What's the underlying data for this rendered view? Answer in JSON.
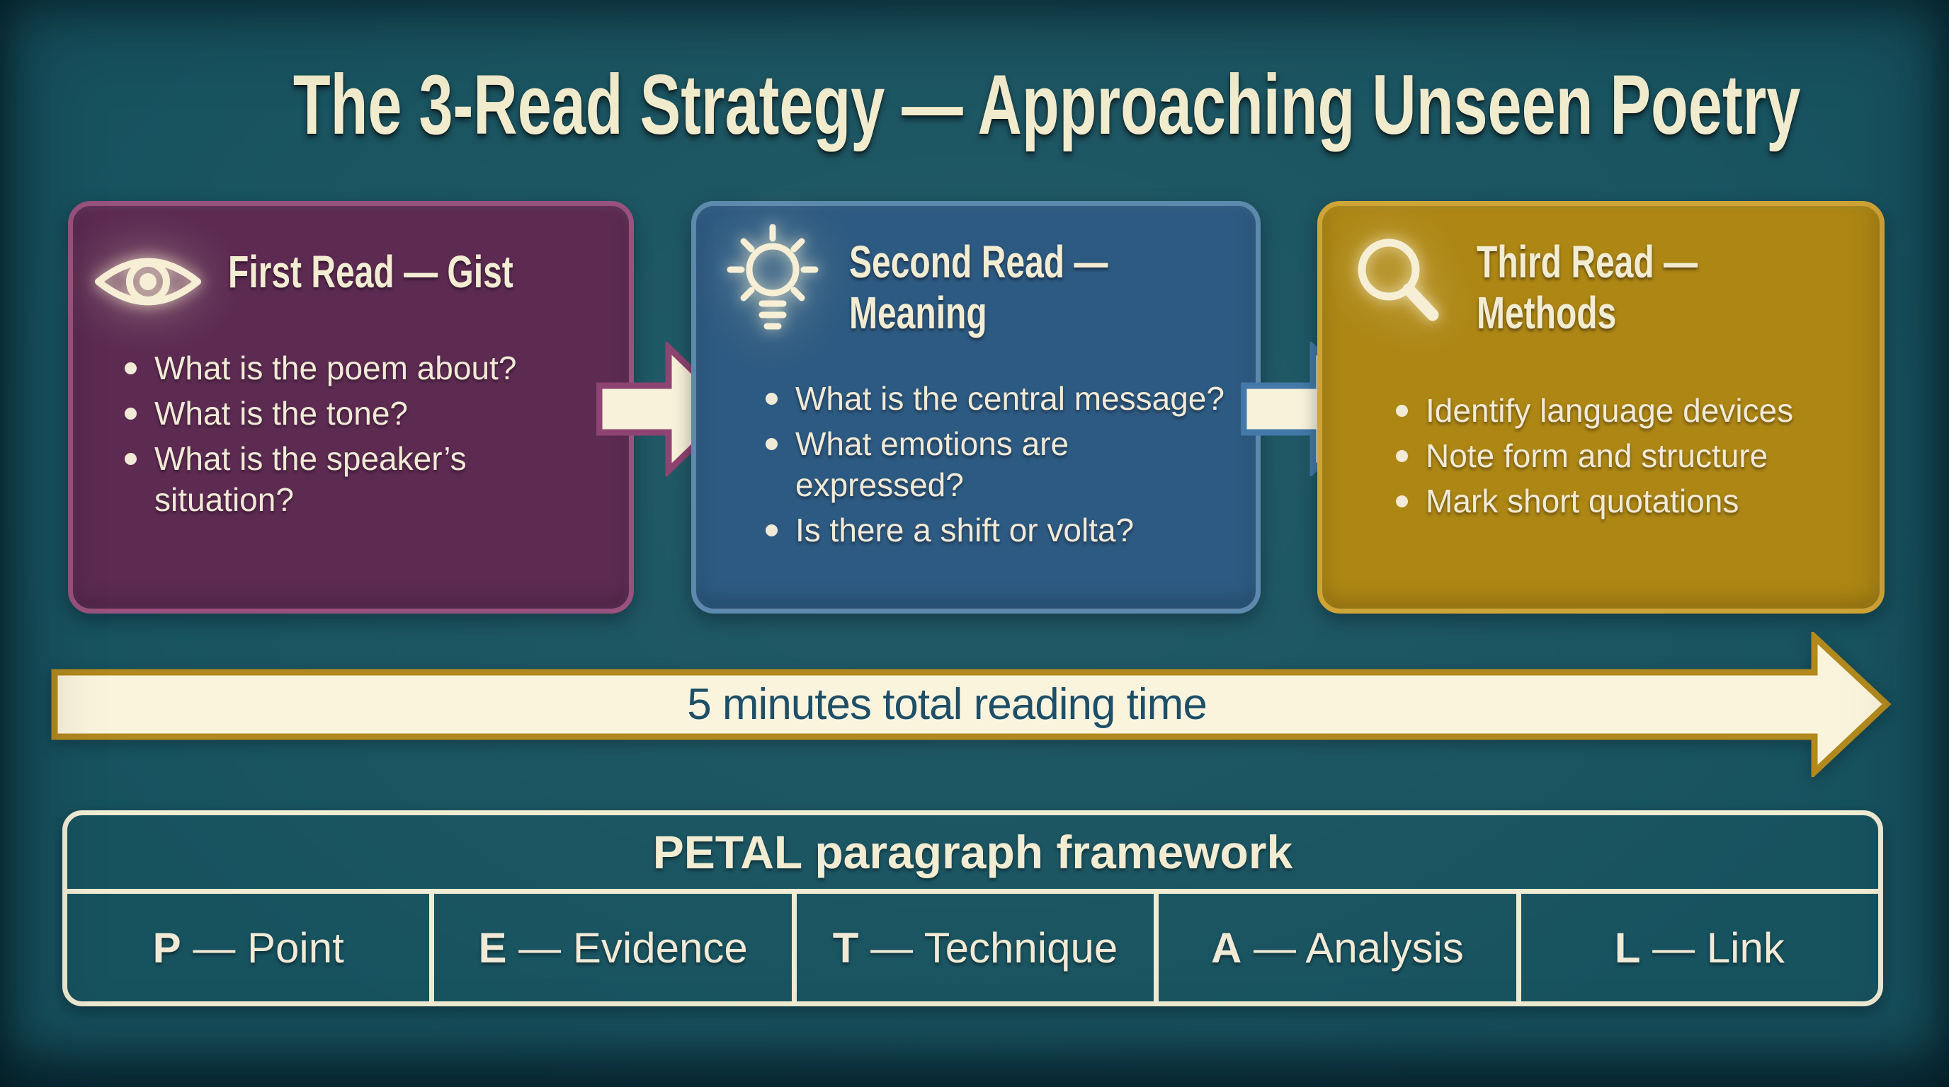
{
  "title": "The 3-Read Strategy — Approaching Unseen Poetry",
  "cards": [
    {
      "icon": "eye",
      "title_lines": [
        "First Read — Gist",
        ""
      ],
      "bullets": [
        "What is the poem about?",
        "What is the tone?",
        "What is the speaker’s situation?"
      ]
    },
    {
      "icon": "lightbulb",
      "title_lines": [
        "Second Read —",
        "Meaning"
      ],
      "bullets": [
        "What is the central message?",
        "What emotions are expressed?",
        "Is there a shift or volta?"
      ]
    },
    {
      "icon": "magnifier",
      "title_lines": [
        "Third Read —",
        "Methods"
      ],
      "bullets": [
        "Identify language devices",
        "Note form and structure",
        "Mark short quotations"
      ]
    }
  ],
  "timeline": {
    "label": "5 minutes total reading time"
  },
  "petal": {
    "title": "PETAL paragraph framework",
    "cells": [
      {
        "letter": "P",
        "rest": " — Point"
      },
      {
        "letter": "E",
        "rest": " — Evidence"
      },
      {
        "letter": "T",
        "rest": " — Technique"
      },
      {
        "letter": "A",
        "rest": " — Analysis"
      },
      {
        "letter": "L",
        "rest": " — Link"
      }
    ]
  },
  "colors": {
    "background": "#17525f",
    "cream_text": "#f2ecd2",
    "card1_fill": "#5d2b52",
    "card1_border": "#99527e",
    "card2_fill": "#2d5a82",
    "card2_border": "#5d89ad",
    "card3_fill": "#ad8614",
    "card3_border": "#cfa436",
    "arrow_fill": "#f8f2da",
    "arrow1_outline": "#8e4470",
    "arrow2_outline": "#4379a8",
    "banner_fill": "#faf4dd",
    "banner_border": "#b2891e",
    "banner_text": "#1e4f66"
  }
}
